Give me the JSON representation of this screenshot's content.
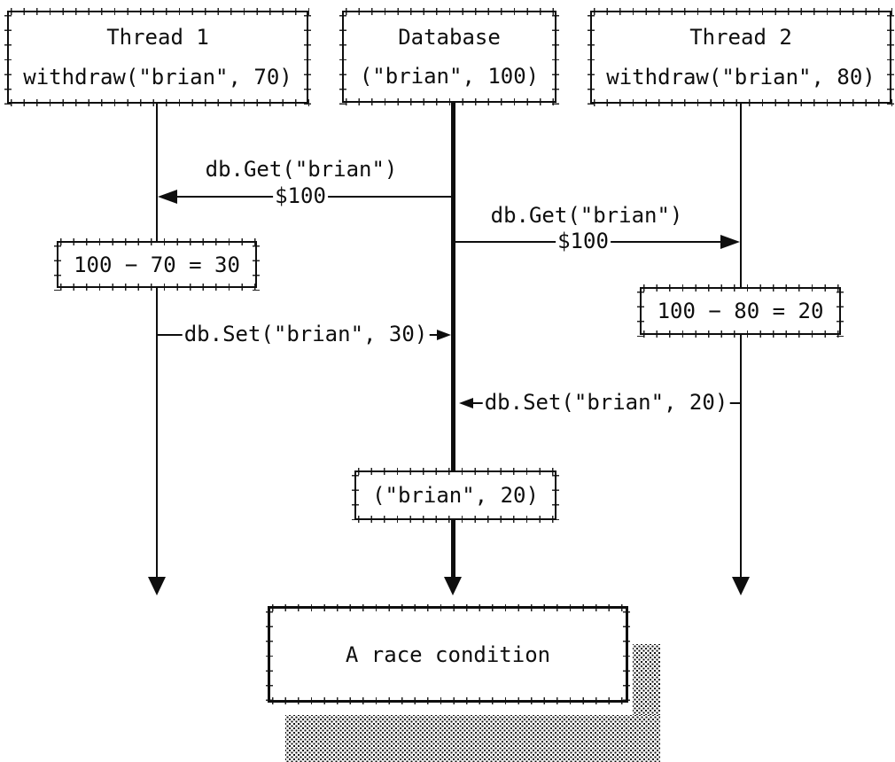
{
  "colors": {
    "ink": "#0e0e0e",
    "background": "#ffffff"
  },
  "diagram": {
    "type": "sequence-diagram",
    "actors": [
      {
        "title": "Thread 1",
        "subtitle": "withdraw(\"brian\", 70)"
      },
      {
        "title": "Database",
        "subtitle": "(\"brian\", 100)"
      },
      {
        "title": "Thread 2",
        "subtitle": "withdraw(\"brian\", 80)"
      }
    ],
    "messages": [
      {
        "label": "db.Get(\"brian\")",
        "value": "$100",
        "from": "Database",
        "to": "Thread 1"
      },
      {
        "label": "db.Get(\"brian\")",
        "value": "$100",
        "from": "Database",
        "to": "Thread 2"
      },
      {
        "label": "db.Set(\"brian\", 30)",
        "from": "Thread 1",
        "to": "Database"
      },
      {
        "label": "db.Set(\"brian\", 20)",
        "from": "Thread 2",
        "to": "Database"
      }
    ],
    "notes": [
      {
        "text": "100 − 70 = 30",
        "actor": "Thread 1"
      },
      {
        "text": "100 − 80 = 20",
        "actor": "Thread 2"
      },
      {
        "text": "(\"brian\", 20)",
        "actor": "Database"
      }
    ],
    "caption": "A race condition"
  }
}
